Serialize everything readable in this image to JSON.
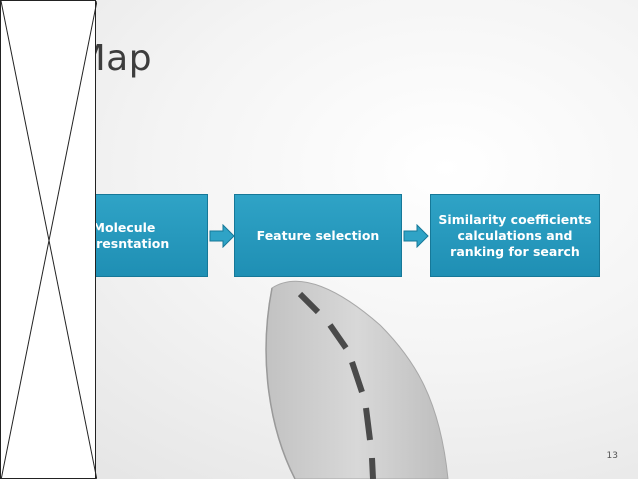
{
  "slide": {
    "title": "e Map",
    "steps": [
      {
        "label": "Molecule\nepresntation"
      },
      {
        "label": "Feature selection"
      },
      {
        "label": "Similarity coefficients calculations and ranking for search"
      }
    ],
    "page_number": "13"
  },
  "colors": {
    "box_fill": "#2fa3c6",
    "box_border": "#167898",
    "arrow": "#2fa3c6",
    "road": "#cfcfcf",
    "road_dash": "#555555"
  },
  "icons": {
    "placeholder": "image-placeholder-icon",
    "arrow": "right-arrow-icon",
    "road": "road-graphic"
  }
}
